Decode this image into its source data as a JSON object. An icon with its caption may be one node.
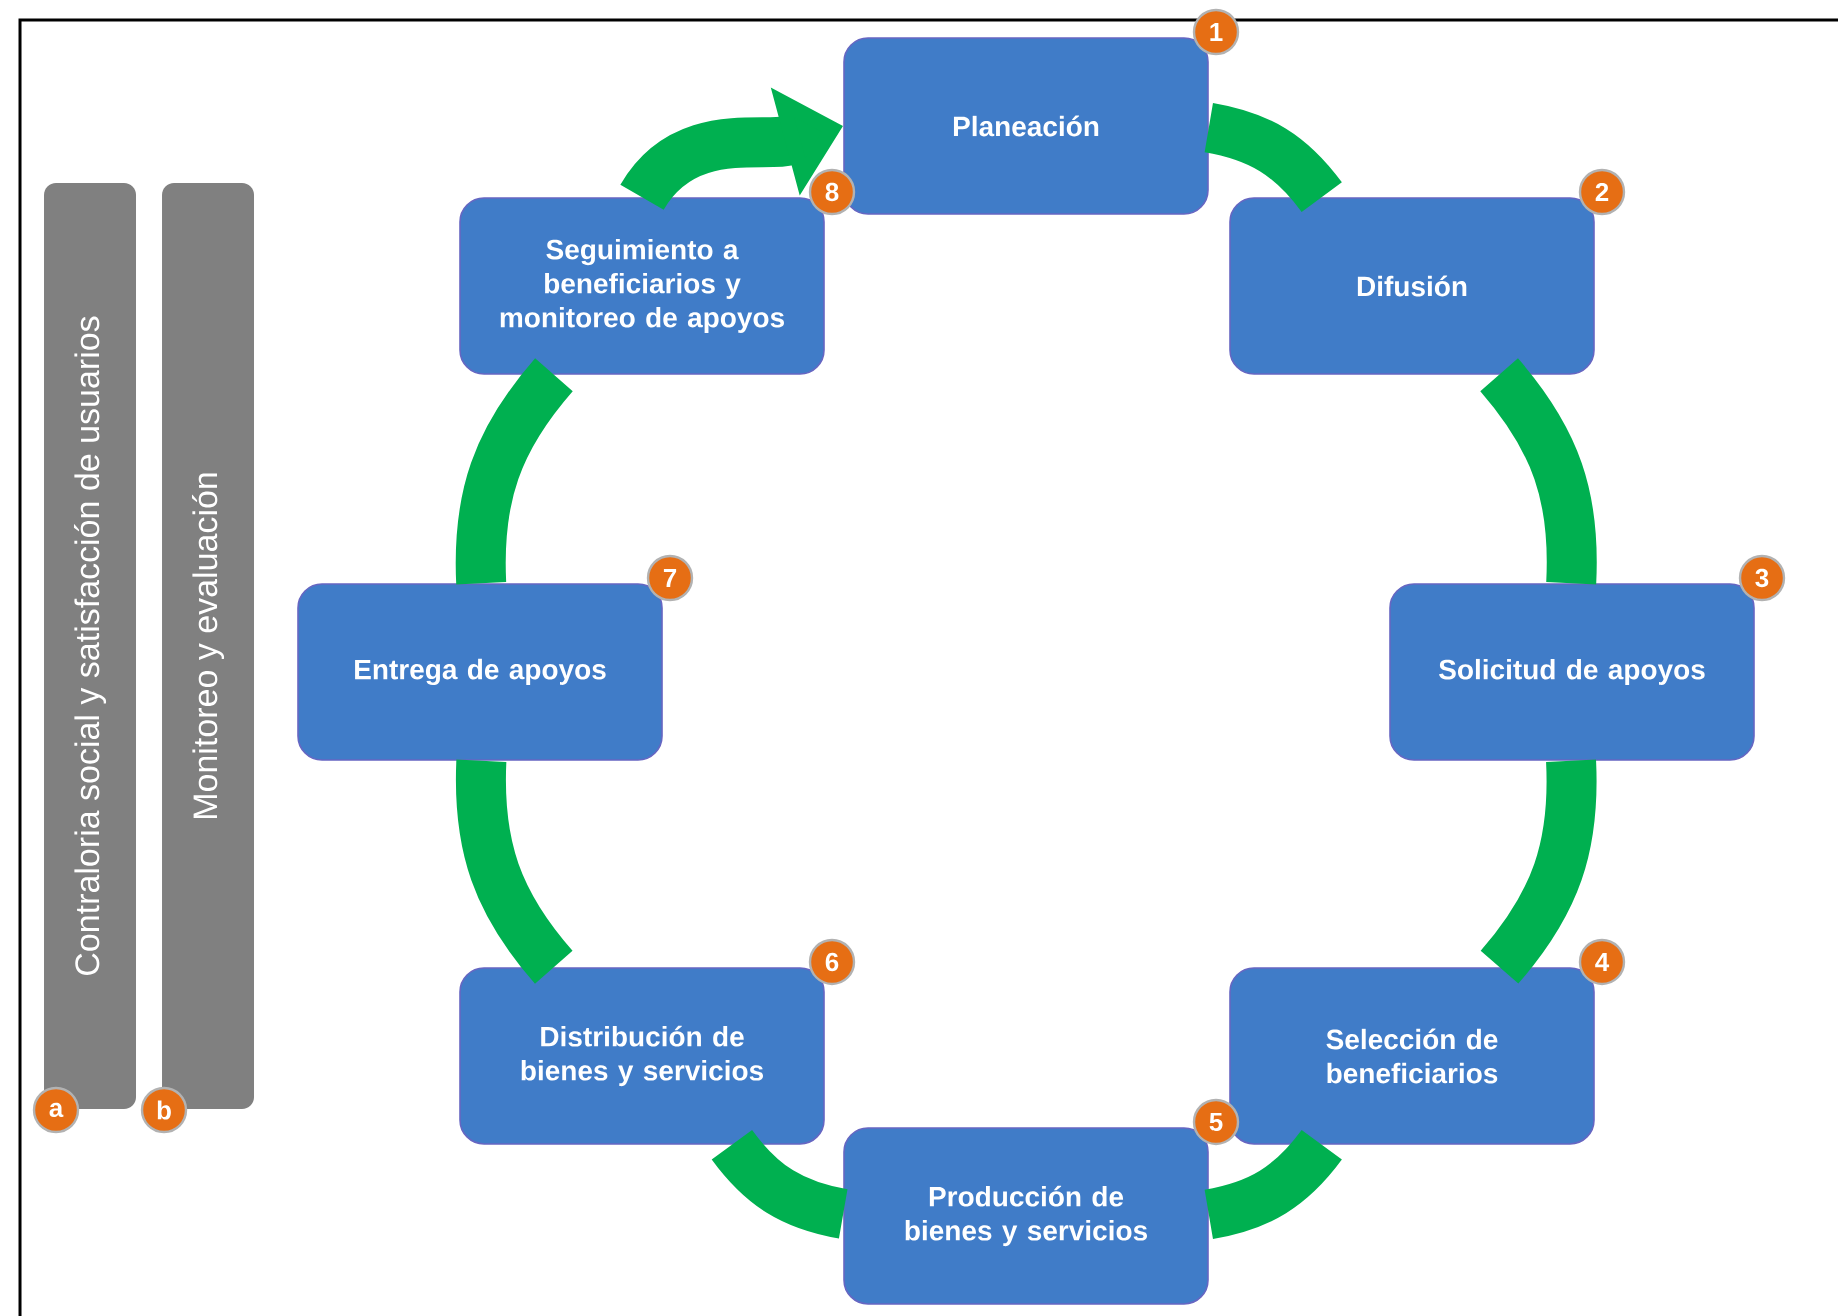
{
  "diagram": {
    "nodes": [
      {
        "text": [
          "Planeación"
        ],
        "beside": [
          "1"
        ]
      },
      {
        "text": [
          "Difusión"
        ],
        "beside": [
          "2"
        ]
      },
      {
        "text": [
          "Solicitud de apoyos"
        ],
        "beside": [
          "3"
        ]
      },
      {
        "text": [
          "Selección de beneficiarios"
        ],
        "beside": [
          "4"
        ]
      },
      {
        "text": [
          "Producción de bienes y servicios"
        ],
        "beside": [
          "5"
        ]
      },
      {
        "text": [
          "Distribución de bienes y servicios"
        ],
        "beside": [
          "6"
        ]
      },
      {
        "text": [
          "Entrega de apoyos"
        ],
        "beside": [
          "7"
        ]
      },
      {
        "text": [
          "Seguimiento a beneficiarios y monitoreo de apoyos"
        ],
        "beside": [
          "8"
        ]
      },
      {
        "text": [
          "Contraloria social y satisfacción de usuarios"
        ],
        "beside": [
          "a"
        ]
      },
      {
        "text": [
          "Monitoreo y evaluación"
        ],
        "beside": [
          "b"
        ]
      }
    ],
    "edges": [
      {
        "from": 0,
        "to": 1,
        "arrow": "none"
      },
      {
        "from": 1,
        "to": 2,
        "arrow": "none"
      },
      {
        "from": 2,
        "to": 3,
        "arrow": "none"
      },
      {
        "from": 3,
        "to": 4,
        "arrow": "none"
      },
      {
        "from": 4,
        "to": 5,
        "arrow": "none"
      },
      {
        "from": 5,
        "to": 6,
        "arrow": "none"
      },
      {
        "from": 6,
        "to": 7,
        "arrow": "none"
      },
      {
        "from": 7,
        "to": 0,
        "arrow": "to"
      }
    ]
  }
}
